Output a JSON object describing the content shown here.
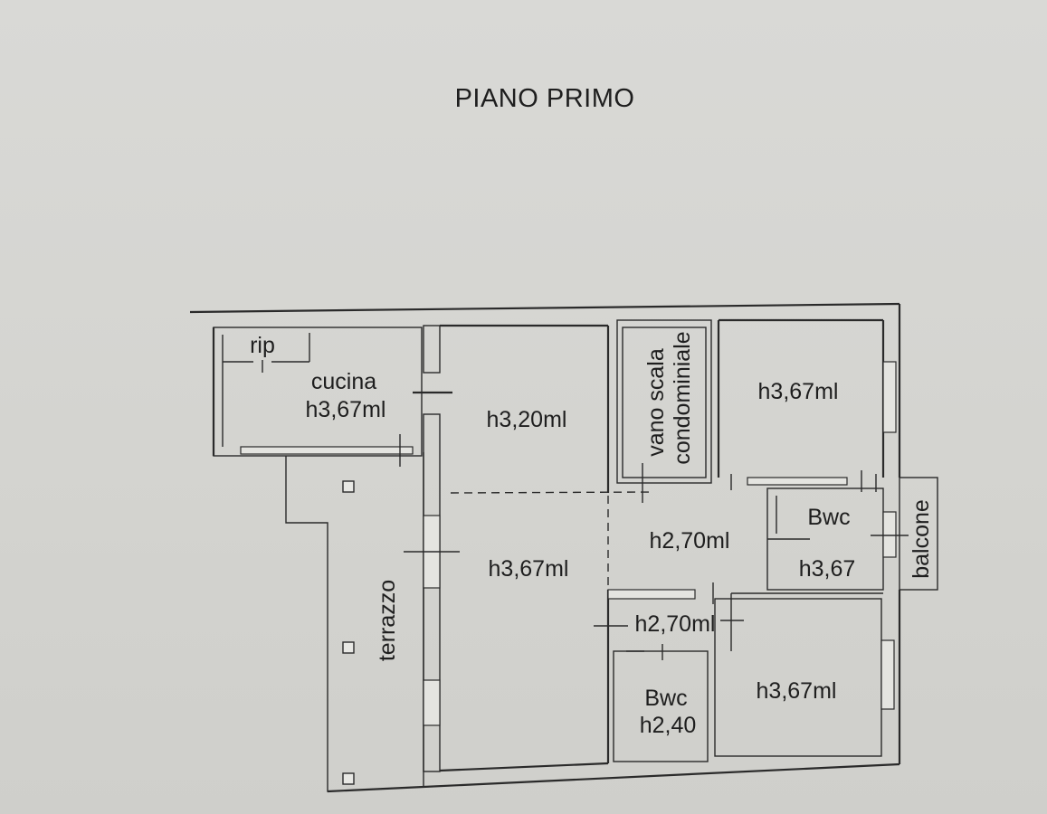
{
  "title": "PIANO PRIMO",
  "rooms": {
    "rip": "rip",
    "cucina": "cucina",
    "cucina_height": "h3,67ml",
    "room_center_top": "h3,20ml",
    "vano_scala_line1": "vano scala",
    "vano_scala_line2": "condominiale",
    "room_top_right": "h3,67ml",
    "corridor": "h2,70ml",
    "room_center_bottom": "h3,67ml",
    "bwc_right": "Bwc",
    "bwc_right_height": "h3,67",
    "balcone": "balcone",
    "terrazzo": "terrazzo",
    "hall_small": "h2,70ml",
    "bwc_bottom": "Bwc",
    "bwc_bottom_height": "h2,40",
    "room_bottom_right": "h3,67ml"
  }
}
